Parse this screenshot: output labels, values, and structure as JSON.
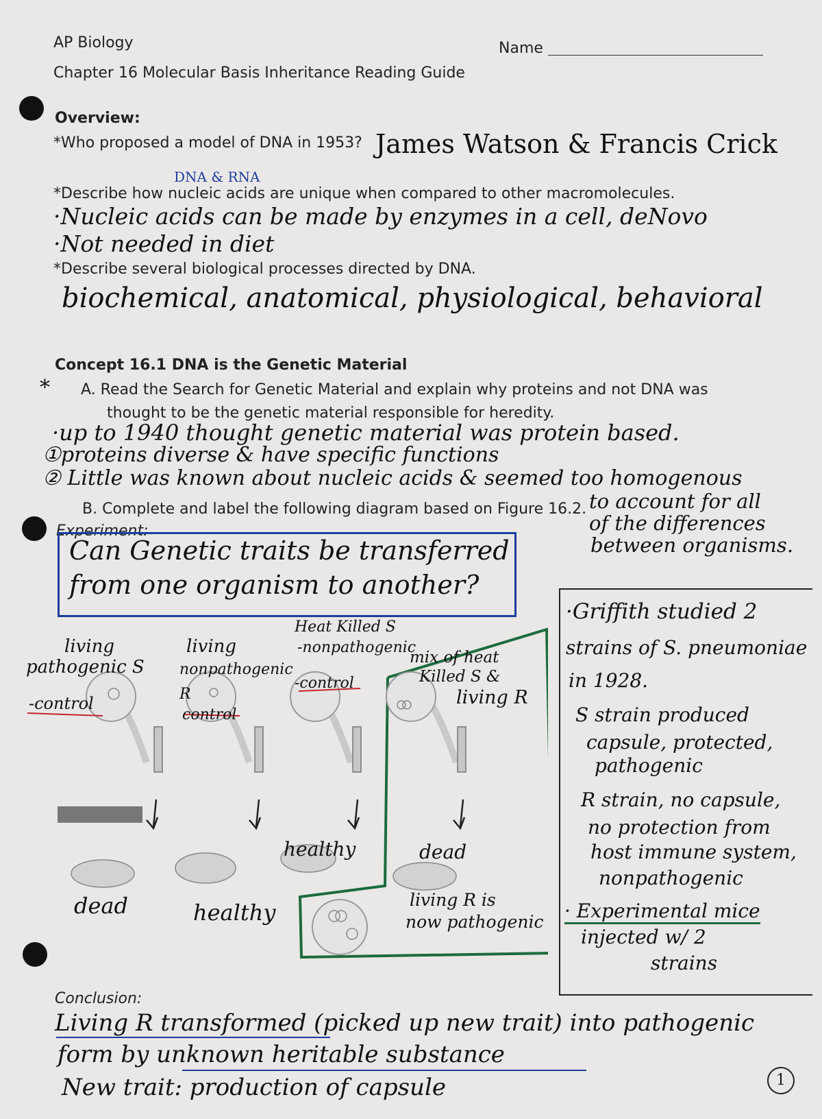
{
  "header": {
    "course": "AP Biology",
    "chapter": "Chapter 16 Molecular Basis Inheritance Reading Guide",
    "name_label": "Name"
  },
  "overview": {
    "heading": "Overview:",
    "q1": "*Who proposed a model of DNA in 1953?",
    "a1": "James Watson & Francis Crick",
    "q2_note": "DNA & RNA",
    "q2": "*Describe how nucleic acids are unique when compared to other macromolecules.",
    "a2_line1": "·Nucleic acids can be made by enzymes in a cell, deNovo",
    "a2_line2": "·Not needed in diet",
    "q3": "*Describe several biological processes directed by DNA.",
    "a3": "biochemical, anatomical, physiological, behavioral"
  },
  "concept": {
    "heading": "Concept 16.1 DNA is the Genetic Material",
    "star": "*",
    "qa_line1": "A. Read the Search for Genetic Material and explain why proteins and not DNA was",
    "qa_line2": "thought to be the genetic material responsible for heredity.",
    "ans_line1": "·up to 1940 thought genetic material was protein based.",
    "ans_line2": "①proteins diverse & have specific functions",
    "ans_line3": "② Little was known about nucleic acids & seemed too homogenous",
    "ans_cont1": "to account for all",
    "ans_cont2": "of the differences",
    "ans_cont3": "between organisms.",
    "qb": "B. Complete and label the following diagram based on Figure 16.2."
  },
  "experiment": {
    "label": "Experiment:",
    "box_line1": "Can Genetic traits be transferred",
    "box_line2": "from one organism to another?"
  },
  "diagram": {
    "col1": {
      "l1": "living",
      "l2": "pathogenic S",
      "l3": "-control",
      "result": "dead"
    },
    "col2": {
      "l1": "living",
      "l2": "nonpathogenic",
      "l3": "R",
      "l4": "control",
      "result": "healthy"
    },
    "col3": {
      "l1": "Heat Killed S",
      "l2": "-nonpathogenic",
      "l3": "-control",
      "result": "healthy"
    },
    "col4": {
      "l1": "mix of heat",
      "l2": "Killed S &",
      "l3": "living R",
      "result": "dead",
      "r2": "living R is",
      "r3": "now pathogenic"
    }
  },
  "notes": {
    "n1": "·Griffith studied 2",
    "n2": "strains of S. pneumoniae",
    "n3": "in 1928.",
    "n4": "S strain produced",
    "n5": "capsule, protected,",
    "n6": "pathogenic",
    "n7": "R strain, no capsule,",
    "n8": "no protection from",
    "n9": "host immune system,",
    "n10": "nonpathogenic",
    "n11": "· Experimental mice",
    "n12": "injected w/ 2",
    "n13": "strains"
  },
  "conclusion": {
    "label": "Conclusion:",
    "line1": "Living R transformed (picked up new trait) into pathogenic",
    "line2": "form by unknown heritable substance",
    "line3": "New trait: production of capsule"
  },
  "page_number": "1"
}
